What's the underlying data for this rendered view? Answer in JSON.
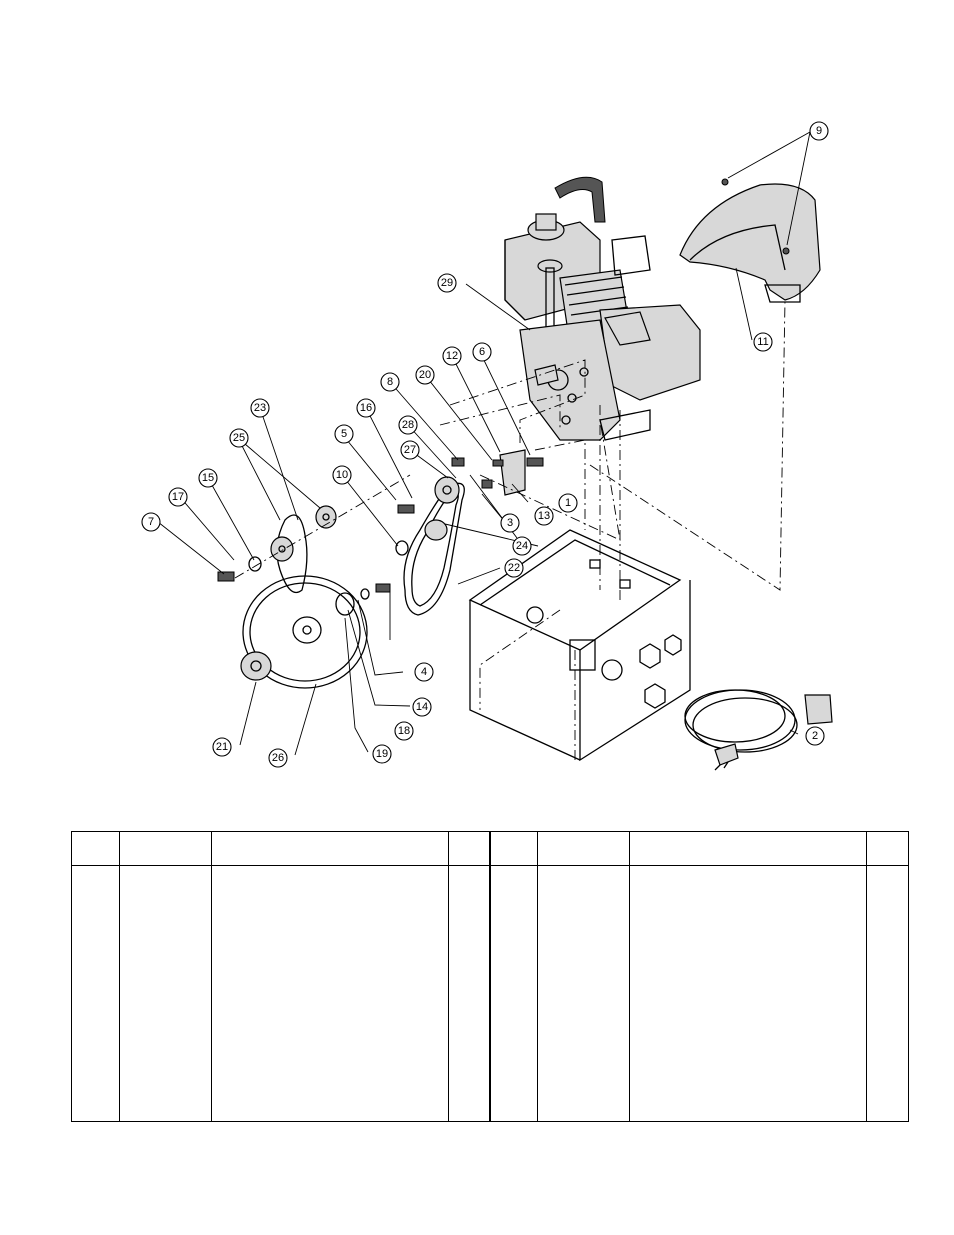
{
  "diagram": {
    "callouts": [
      "1",
      "2",
      "3",
      "4",
      "5",
      "6",
      "7",
      "8",
      "9",
      "10",
      "11",
      "12",
      "13",
      "14",
      "15",
      "16",
      "17",
      "18",
      "19",
      "20",
      "21",
      "22",
      "23",
      "24",
      "25",
      "26",
      "27",
      "28",
      "29"
    ]
  },
  "table": {
    "left_columns": [
      "",
      "",
      "",
      ""
    ],
    "right_columns": [
      "",
      "",
      "",
      ""
    ],
    "left_rows": [],
    "right_rows": []
  }
}
